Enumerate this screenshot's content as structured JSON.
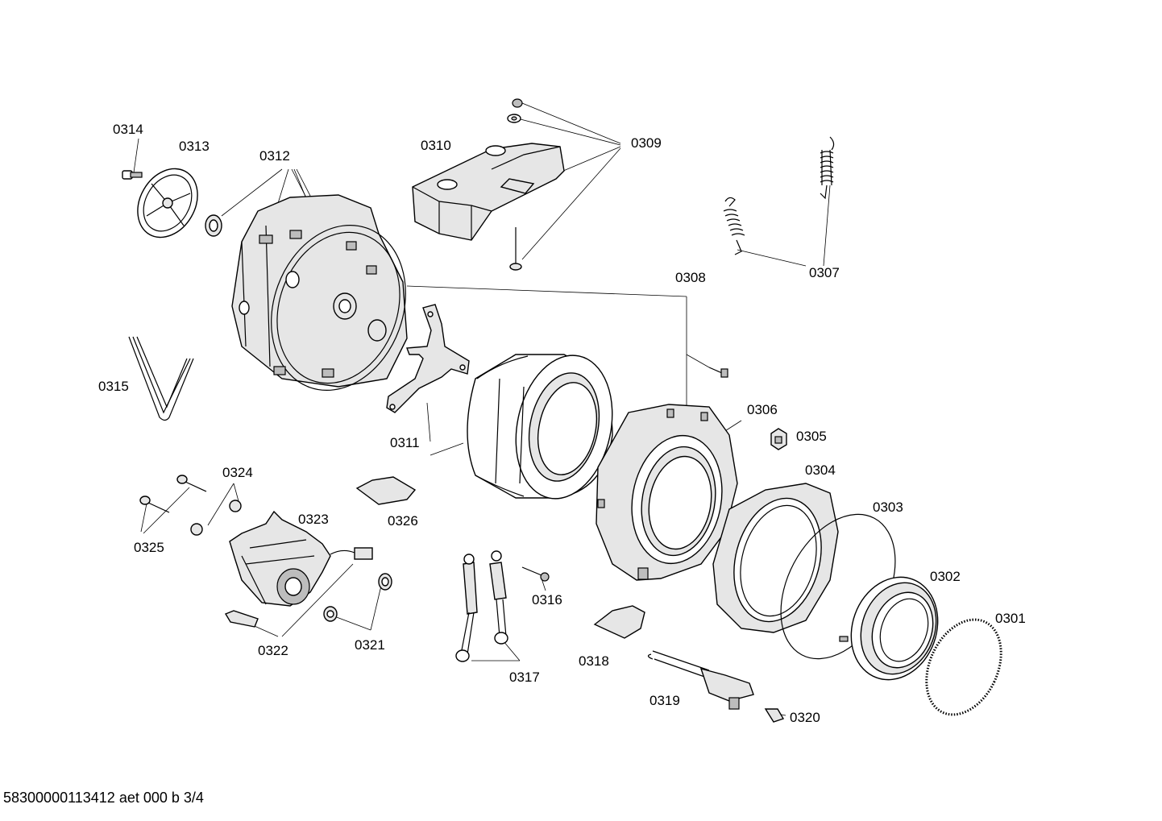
{
  "diagram": {
    "labels": {
      "p0301": "0301",
      "p0302": "0302",
      "p0303": "0303",
      "p0304": "0304",
      "p0305": "0305",
      "p0306": "0306",
      "p0307": "0307",
      "p0308": "0308",
      "p0309": "0309",
      "p0310": "0310",
      "p0311": "0311",
      "p0312": "0312",
      "p0313": "0313",
      "p0314": "0314",
      "p0315": "0315",
      "p0316": "0316",
      "p0317": "0317",
      "p0318": "0318",
      "p0319": "0319",
      "p0320": "0320",
      "p0321": "0321",
      "p0322": "0322",
      "p0323": "0323",
      "p0324": "0324",
      "p0325": "0325",
      "p0326": "0326"
    }
  },
  "footer": {
    "code": "58300000113412 aet 000 b 3/4"
  }
}
